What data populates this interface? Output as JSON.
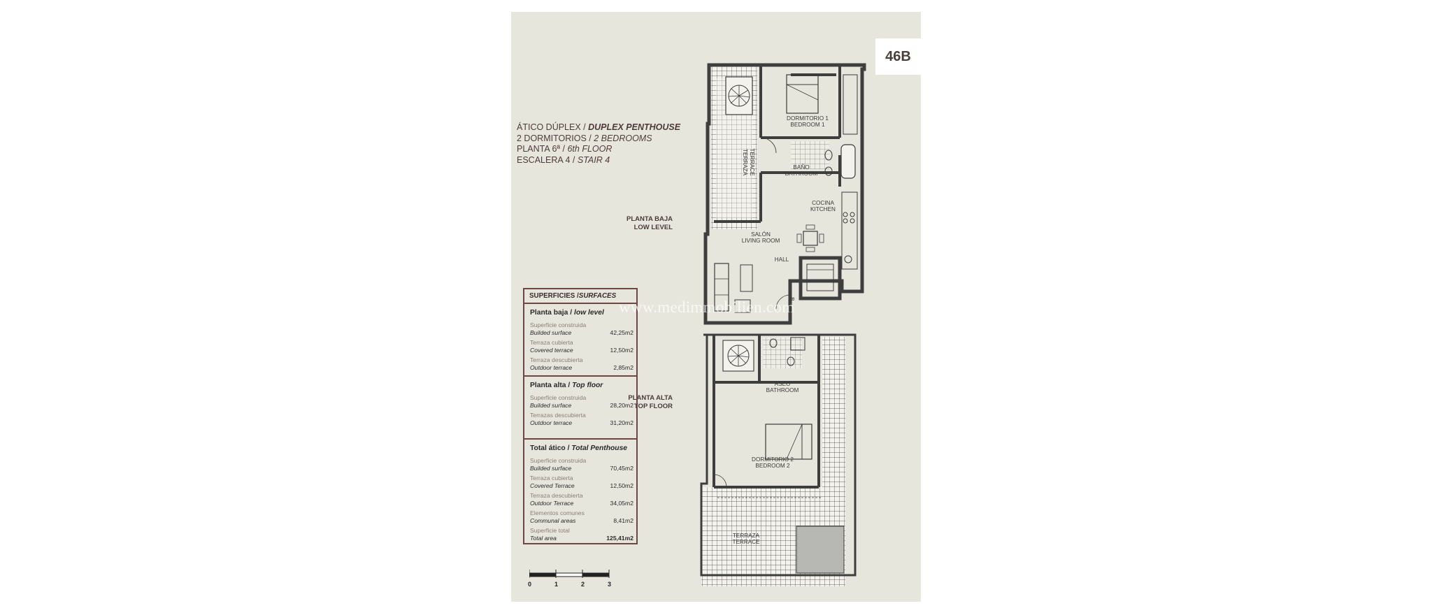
{
  "sheet": {
    "code": "46B",
    "description": [
      {
        "es": "ÁTICO DÚPLEX / ",
        "en": "DUPLEX PENTHOUSE"
      },
      {
        "es": "2 DORMITORIOS / ",
        "en": "2 BEDROOMS"
      },
      {
        "es": "PLANTA 6ª / ",
        "en": "6th FLOOR"
      },
      {
        "es": "ESCALERA 4 / ",
        "en": "STAIR 4"
      }
    ]
  },
  "plan": {
    "low_level_label_es": "PLANTA BAJA",
    "low_level_label_en": "LOW LEVEL",
    "top_floor_label_es": "PLANTA ALTA",
    "top_floor_label_en": "TOP FLOOR",
    "rooms": {
      "bedroom1_es": "DORMITORIO 1",
      "bedroom1_en": "BEDROOM 1",
      "terrace_upper_es": "TERRAZA",
      "terrace_upper_en": "TERRACE",
      "bath_es": "BAÑO",
      "bath_en": "BATHROOM",
      "kitchen_es": "COCINA",
      "kitchen_en": "KITCHEN",
      "living_es": "SALÓN",
      "living_en": "LIVING ROOM",
      "hall": "HALL",
      "door_mark": "B",
      "toilet_es": "ASEO",
      "toilet_en": "BATHROOM",
      "bedroom2_es": "DORMITORIO 2",
      "bedroom2_en": "BEDROOM 2",
      "terrace_lower_es": "TERRAZA",
      "terrace_lower_en": "TERRACE"
    }
  },
  "surfaces": {
    "header_es": "SUPERFICIES / ",
    "header_en": "SURFACES",
    "sections": [
      {
        "title_es": "Planta baja / ",
        "title_en": "low level",
        "items": [
          {
            "es": "Superficie construida",
            "en": "Builded surface",
            "value": "42,25m2"
          },
          {
            "es": "Terraza cubierta",
            "en": "Covered terrace",
            "value": "12,50m2"
          },
          {
            "es": "Terraza descubierta",
            "en": "Outdoor terrace",
            "value": "2,85m2"
          }
        ]
      },
      {
        "title_es": "Planta alta / ",
        "title_en": "Top floor",
        "items": [
          {
            "es": "Superficie construida",
            "en": "Builded surface",
            "value": "28,20m2"
          },
          {
            "es": "Terrazas descubierta",
            "en": "Outdoor terrace",
            "value": "31,20m2"
          }
        ]
      },
      {
        "title_es": "Total ático / ",
        "title_en": "Total Penthouse",
        "items": [
          {
            "es": "Superficie construida",
            "en": "Builded surface",
            "value": "70,45m2"
          },
          {
            "es": "Terraza cubierta",
            "en": "Covered Terrace",
            "value": "12,50m2"
          },
          {
            "es": "Terraza descubierta",
            "en": "Outdoor Terrace",
            "value": "34,05m2"
          },
          {
            "es": "Elementos comunes",
            "en": "Communal areas",
            "value": "8,41m2"
          },
          {
            "es": "Superficie total",
            "en": "Total area",
            "value": "125,41m2",
            "bold": true
          }
        ]
      }
    ]
  },
  "scale": {
    "labels": [
      "0",
      "1",
      "2",
      "3"
    ]
  },
  "watermark": "www.medimmobilien.com",
  "colors": {
    "sheet": "#e7e6dd",
    "ink": "#4f3a3a",
    "table_border": "#6e4646",
    "wall": "#3e3e3e"
  }
}
